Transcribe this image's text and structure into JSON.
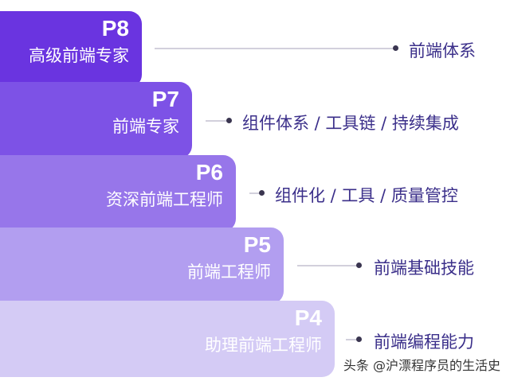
{
  "levels": [
    {
      "code": "P8",
      "title": "高级前端专家",
      "skill": "前端体系",
      "color": "#6a34e0"
    },
    {
      "code": "P7",
      "title": "前端专家",
      "skill": "组件体系 / 工具链 / 持续集成",
      "color": "#7d52e6"
    },
    {
      "code": "P6",
      "title": "资深前端工程师",
      "skill": "组件化 / 工具 / 质量管控",
      "color": "#9776ea"
    },
    {
      "code": "P5",
      "title": "前端工程师",
      "skill": "前端基础技能",
      "color": "#b29ef0"
    },
    {
      "code": "P4",
      "title": "助理前端工程师",
      "skill": "前端编程能力",
      "color": "#d4cbf5"
    }
  ],
  "watermark": "头条 @沪漂程序员的生活史"
}
